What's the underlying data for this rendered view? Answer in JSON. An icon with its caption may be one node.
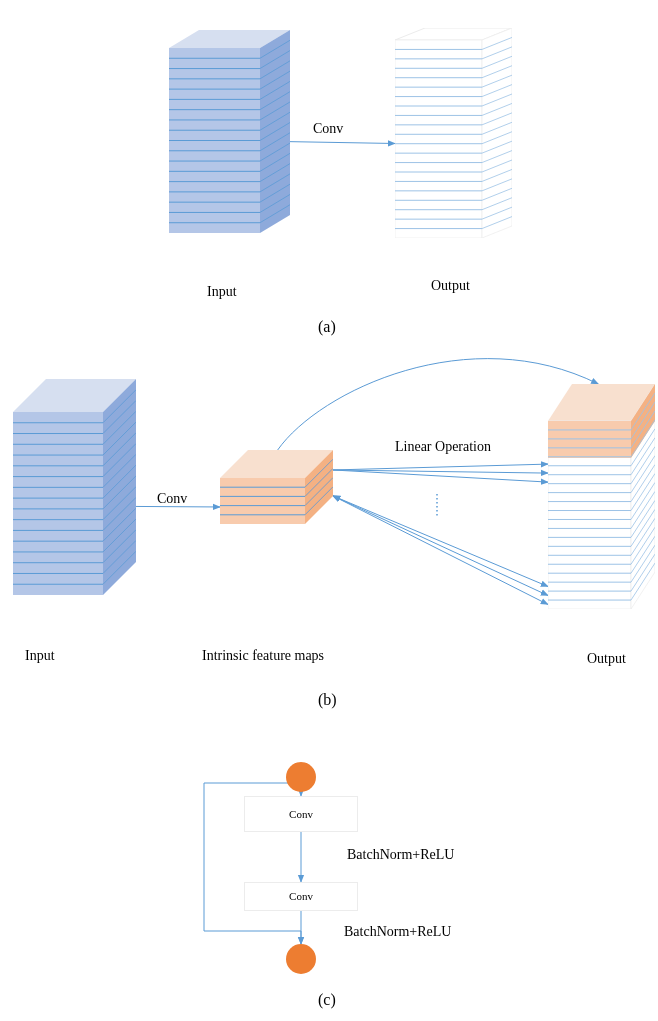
{
  "diagram": {
    "nodes": [
      {
        "text": [],
        "shape": "box"
      },
      {
        "text": [],
        "shape": "box"
      },
      {
        "text": [],
        "shape": "box"
      },
      {
        "text": [],
        "shape": "box"
      },
      {
        "text": [],
        "shape": "box"
      },
      {
        "text": [],
        "shape": "circle"
      },
      {
        "text": [
          "Conv"
        ]
      },
      {
        "text": [
          "Conv"
        ]
      },
      {
        "text": [],
        "shape": "circle"
      }
    ],
    "edges": [
      {
        "from": 0,
        "to": 1,
        "arrow": "to",
        "label": "Conv"
      },
      {
        "from": 2,
        "to": 3,
        "arrow": "to",
        "label": "Conv"
      },
      {
        "from": 3,
        "to": 4,
        "arrow": "to"
      },
      {
        "from": 3,
        "to": 4,
        "arrow": "to",
        "label": "Linear Operation"
      },
      {
        "from": 3,
        "to": 4,
        "arrow": "to"
      },
      {
        "from": 3,
        "to": 4,
        "arrow": "to"
      },
      {
        "from": 3,
        "to": 4,
        "arrow": "both"
      },
      {
        "from": 3,
        "to": 4,
        "arrow": "both"
      },
      {
        "from": 3,
        "to": 4,
        "arrow": "both"
      },
      {
        "from": 5,
        "to": 6,
        "arrow": "to"
      },
      {
        "from": 6,
        "to": 7,
        "arrow": "to",
        "label": "BatchNorm+ReLU"
      },
      {
        "from": 7,
        "to": 8,
        "arrow": "to",
        "label": "BatchNorm+ReLU"
      },
      {
        "from": 5,
        "to": 8,
        "arrow": "to"
      }
    ],
    "labels": [
      "Input",
      "Output",
      "(a)",
      "Input",
      "Intrinsic feature maps",
      "Output",
      "(b)",
      "(c)"
    ]
  }
}
